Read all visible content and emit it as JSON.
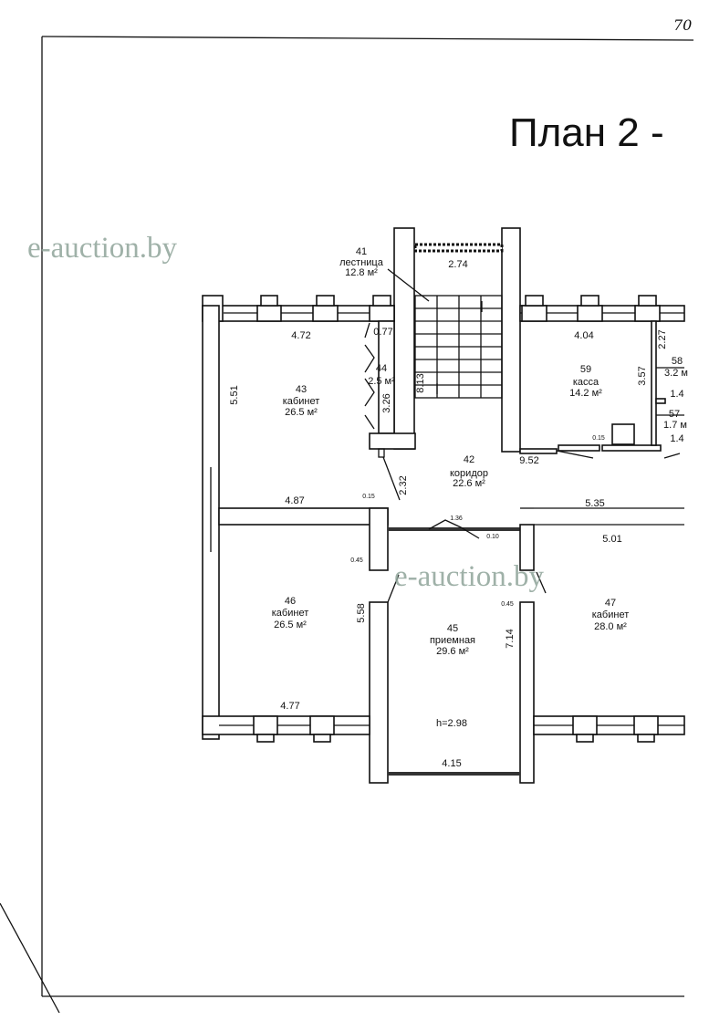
{
  "page_number": "70",
  "title": "План 2 -",
  "watermark": "e-auction.by",
  "rooms": [
    {
      "num": "41",
      "name": "лестница",
      "area": "12.8 м²"
    },
    {
      "num": "42",
      "name": "коридор",
      "area": "22.6 м²"
    },
    {
      "num": "43",
      "name": "кабинет",
      "area": "26.5 м²"
    },
    {
      "num": "44",
      "area": "2.5 м²"
    },
    {
      "num": "45",
      "name": "приемная",
      "area": "29.6 м²"
    },
    {
      "num": "46",
      "name": "кабинет",
      "area": "26.5 м²"
    },
    {
      "num": "47",
      "name": "кабинет",
      "area": "28.0 м²"
    },
    {
      "num": "57",
      "area": "1.7 м"
    },
    {
      "num": "58",
      "area": "3.2 м"
    },
    {
      "num": "59",
      "name": "касса",
      "area": "14.2 м²"
    }
  ],
  "dimensions": {
    "d274": "2.74",
    "d472": "4.72",
    "d077": "0.77",
    "d551": "5.51",
    "d326": "3.26",
    "d813": "8.13",
    "d232": "2.32",
    "d487": "4.87",
    "d015a": "0.15",
    "d404": "4.04",
    "d357": "3.57",
    "d227": "2.27",
    "d14a": "1.4",
    "d14b": "1.4",
    "d015b": "0.15",
    "d952": "9.52",
    "d535": "5.35",
    "d501": "5.01",
    "d136": "1.36",
    "d010": "0.10",
    "d045a": "0.45",
    "d045b": "0.45",
    "d558": "5.58",
    "d714": "7.14",
    "d477": "4.77",
    "d415": "4.15",
    "height": "h=2.98"
  }
}
